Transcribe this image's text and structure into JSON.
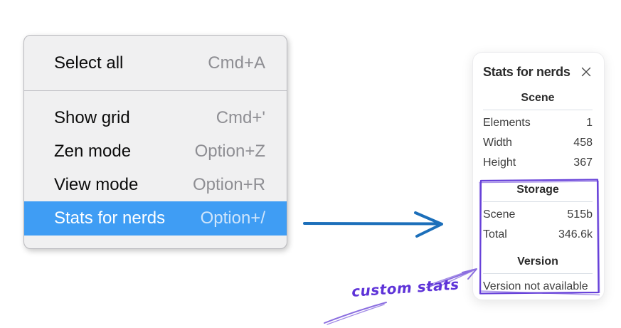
{
  "menu": {
    "sections": [
      {
        "items": [
          {
            "label": "Select all",
            "shortcut": "Cmd+A"
          }
        ]
      },
      {
        "items": [
          {
            "label": "Show grid",
            "shortcut": "Cmd+'"
          },
          {
            "label": "Zen mode",
            "shortcut": "Option+Z"
          },
          {
            "label": "View mode",
            "shortcut": "Option+R"
          },
          {
            "label": "Stats for nerds",
            "shortcut": "Option+/"
          }
        ]
      }
    ]
  },
  "stats_panel": {
    "title": "Stats for nerds",
    "close_icon": "x-close",
    "scene": {
      "heading": "Scene",
      "rows": [
        {
          "label": "Elements",
          "value": "1"
        },
        {
          "label": "Width",
          "value": "458"
        },
        {
          "label": "Height",
          "value": "367"
        }
      ]
    },
    "storage": {
      "heading": "Storage",
      "rows": [
        {
          "label": "Scene",
          "value": "515b"
        },
        {
          "label": "Total",
          "value": "346.6k"
        }
      ]
    },
    "version": {
      "heading": "Version",
      "note": "Version not available"
    }
  },
  "annotations": {
    "custom_stats_label": "custom stats"
  },
  "colors": {
    "highlight_blue": "#3f9df4",
    "arrow_blue": "#1c6fba",
    "violet": "#6741d9",
    "violet_light": "#8b6ee0",
    "violet_text": "#5e33d8"
  }
}
